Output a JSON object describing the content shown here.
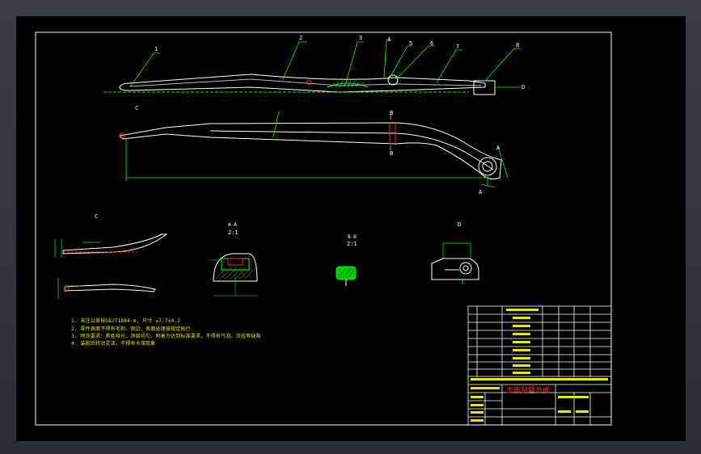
{
  "view_labels": {
    "section_aa": "A-A",
    "section_aa_scale": "2:1",
    "section_bb": "B-B",
    "section_bb_scale": "2:1",
    "detail_c": "C",
    "detail_d": "D"
  },
  "balloons": [
    "1",
    "2",
    "3",
    "4",
    "5",
    "6",
    "7",
    "8"
  ],
  "cut_markers": {
    "a": "A",
    "b": "B",
    "c": "C",
    "d": "D"
  },
  "notes": [
    "1. 未注公差按GB/T1804-m, 尺寸 ≤7.7±0.2",
    "2. 零件表面不得有毛刺、锐边，表面处理按规定执行",
    "3. 喷涂要求：黑色哑光，涂层均匀，附着力达到标准要求，不得有气泡、流挂等缺陷",
    "4. 装配后转动灵活，不得有卡滞现象"
  ],
  "title_block": {
    "drawing_title": "主雨刮臂总成"
  },
  "colors": {
    "outline": "#ffffff",
    "dimension": "#00ff00",
    "note_text": "#e8e800",
    "hatch": "#00ff00",
    "accent_red": "#ff2020"
  }
}
